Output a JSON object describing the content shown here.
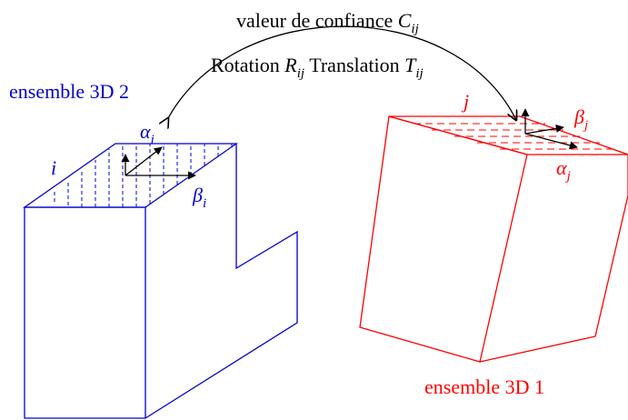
{
  "labels": {
    "confidence_text": "valeur de confiance",
    "confidence_symbol": "C",
    "confidence_sub": "ij",
    "rotation_text": "Rotation",
    "rotation_symbol": "R",
    "rotation_sub": "ij",
    "translation_text": "Translation",
    "translation_symbol": "T",
    "translation_sub": "ij",
    "set_left": "ensemble 3D 2",
    "set_right": "ensemble 3D 1",
    "face_left": "i",
    "face_right": "j",
    "alpha_left": "α",
    "alpha_left_sub": "i",
    "beta_left": "β",
    "beta_left_sub": "i",
    "alpha_right": "α",
    "alpha_right_sub": "j",
    "beta_right": "β",
    "beta_right_sub": "j"
  },
  "colors": {
    "left_set": "#0000cc",
    "right_set": "#ff0000",
    "ink": "#000000"
  }
}
